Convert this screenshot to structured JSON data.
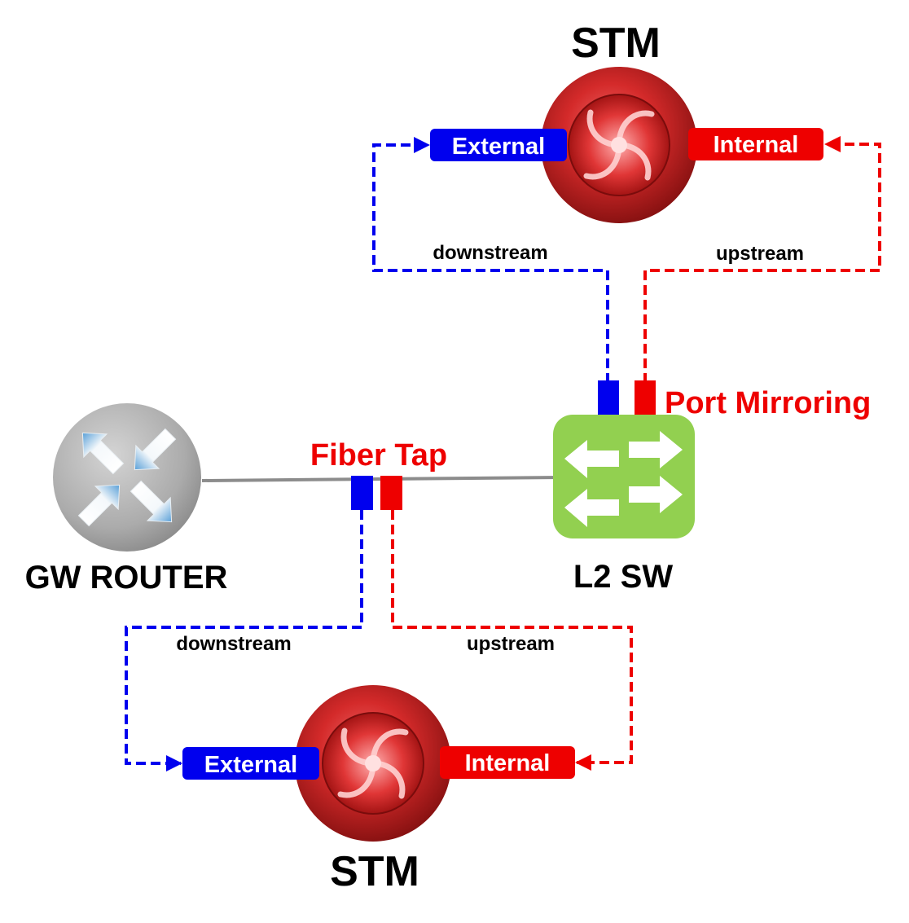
{
  "colors": {
    "blue": "#0000ee",
    "red": "#ee0000",
    "switch_green": "#92d050",
    "router_gray": "#a9a9a9"
  },
  "stm_top": {
    "title": "STM",
    "external_label": "External",
    "internal_label": "Internal",
    "downstream_label": "downstream",
    "upstream_label": "upstream"
  },
  "stm_bottom": {
    "title": "STM",
    "external_label": "External",
    "internal_label": "Internal",
    "downstream_label": "downstream",
    "upstream_label": "upstream"
  },
  "router": {
    "label": "GW ROUTER",
    "icon": "router-icon"
  },
  "switch": {
    "label": "L2 SW",
    "icon": "switch-icon"
  },
  "fiber_tap": {
    "label": "Fiber Tap"
  },
  "port_mirroring": {
    "label": "Port Mirroring"
  }
}
